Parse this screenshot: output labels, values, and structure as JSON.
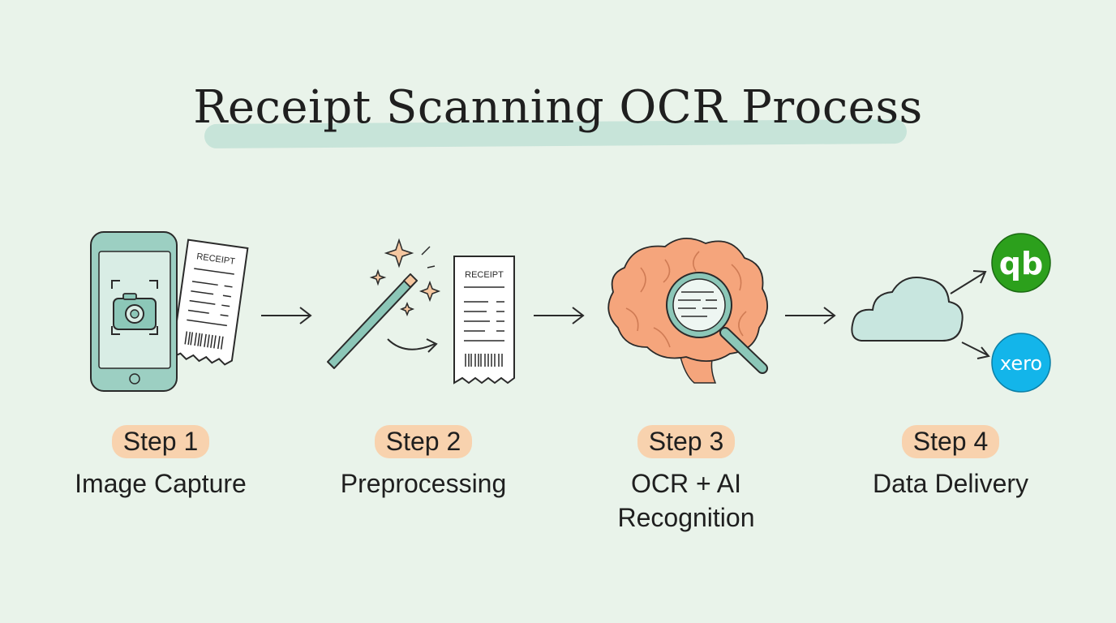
{
  "title": "Receipt Scanning OCR Process",
  "steps": [
    {
      "badge": "Step 1",
      "name": "Image Capture",
      "icon": "phone-camera-receipt-icon"
    },
    {
      "badge": "Step 2",
      "name": "Preprocessing",
      "icon": "magic-wand-receipt-icon"
    },
    {
      "badge": "Step 3",
      "name": "OCR + AI\nRecognition",
      "icon": "brain-magnifier-icon"
    },
    {
      "badge": "Step 4",
      "name": "Data Delivery",
      "icon": "cloud-export-icon"
    }
  ],
  "receipt_label": "RECEIPT",
  "destinations": [
    {
      "name": "quickbooks-logo",
      "text": "qb",
      "color": "#2ca01c"
    },
    {
      "name": "xero-logo",
      "text": "xero",
      "color": "#13b5ea"
    }
  ],
  "colors": {
    "background": "#e9f3ea",
    "teal": "#8cc7b8",
    "accent_orange": "#f8d2ae",
    "brain": "#f5a57c"
  }
}
